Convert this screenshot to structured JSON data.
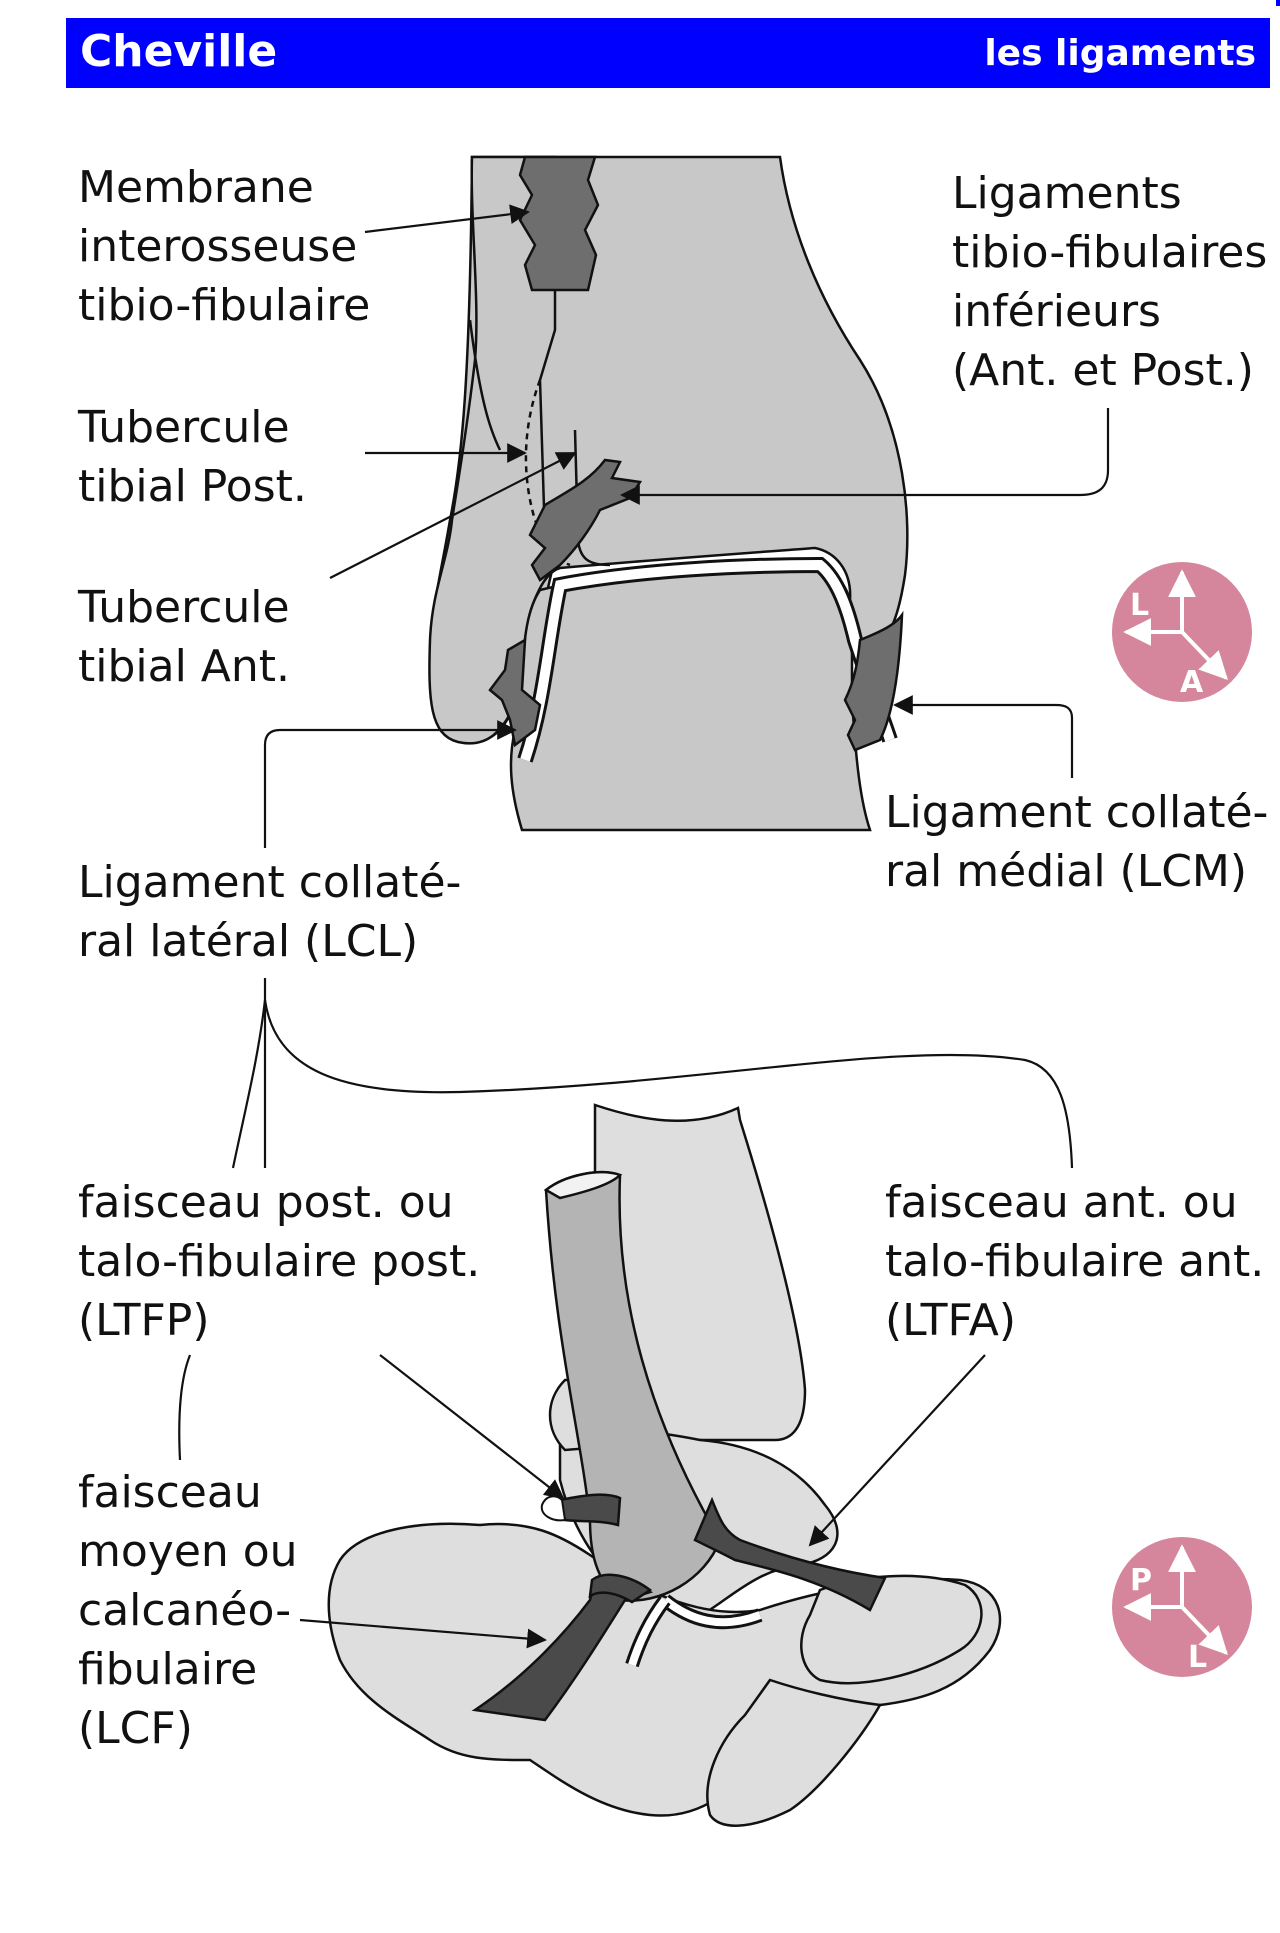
{
  "header": {
    "title": "Cheville",
    "subtitle": "les ligaments"
  },
  "labels": {
    "membrane": [
      "Membrane",
      "interosseuse",
      "tibio-fibulaire"
    ],
    "tibiofib": [
      "Ligaments",
      "tibio-fibulaires",
      "inférieurs",
      "(Ant. et Post.)"
    ],
    "tub_post": [
      "Tubercule",
      "tibial Post."
    ],
    "tub_ant": [
      "Tubercule",
      "tibial Ant."
    ],
    "lcm": [
      "Ligament collaté-",
      "ral médial (LCM)"
    ],
    "lcl": [
      "Ligament collaté-",
      "ral latéral (LCL)"
    ],
    "ltfp": [
      "faisceau post. ou",
      "talo-fibulaire post.",
      "(LTFP)"
    ],
    "ltfa": [
      "faisceau ant. ou",
      "talo-fibulaire ant.",
      "(LTFA)"
    ],
    "lcf": [
      "faisceau",
      "moyen ou",
      "calcanéo-",
      "fibulaire",
      "(LCF)"
    ]
  },
  "orientation": {
    "top": {
      "left_letter": "L",
      "diag_letter": "A"
    },
    "bottom": {
      "left_letter": "P",
      "diag_letter": "L"
    }
  },
  "colors": {
    "header": "#0000ff",
    "bone": "#c8c8c8",
    "bone_light": "#dedede",
    "ligament": "#4a4a4a",
    "ligament_mid": "#6e6e6e",
    "badge": "#d5869c"
  }
}
